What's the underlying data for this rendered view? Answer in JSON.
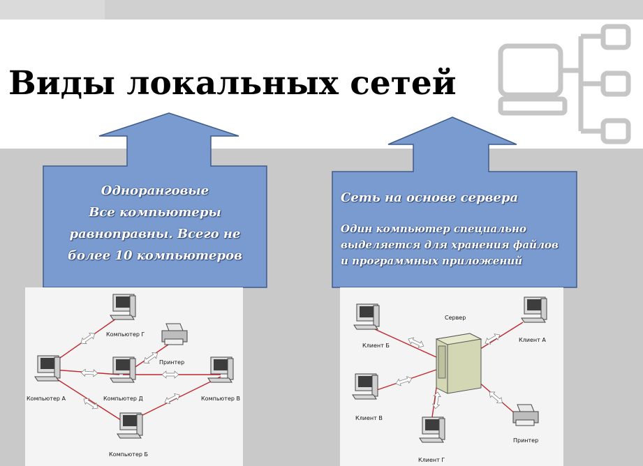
{
  "title": "Виды локальных сетей",
  "left_box": {
    "lines": [
      "Одноранговые",
      "Все компьютеры",
      "равноправны. Всего не",
      "более 10 компьютеров"
    ]
  },
  "right_box": {
    "heading": "Сеть на основе сервера",
    "body_lines": [
      "Один компьютер специально",
      "выделяется для хранения файлов",
      "и программных приложений"
    ]
  },
  "left_diagram": {
    "computer_a": "Компьютер А",
    "computer_b": "Компьютер Б",
    "computer_v": "Компьютер В",
    "computer_g": "Компьютер Г",
    "computer_d": "Компьютер Д",
    "printer": "Принтер"
  },
  "right_diagram": {
    "server": "Сервер",
    "client_a": "Клиент А",
    "client_b": "Клиент Б",
    "client_v": "Клиент В",
    "client_g": "Клиент Г",
    "printer": "Принтер"
  },
  "colors": {
    "arrow_fill": "#7a9bd0",
    "arrow_stroke": "#3f5b8a",
    "link_red": "#c0272d",
    "background_gray": "#c9c9c9"
  }
}
